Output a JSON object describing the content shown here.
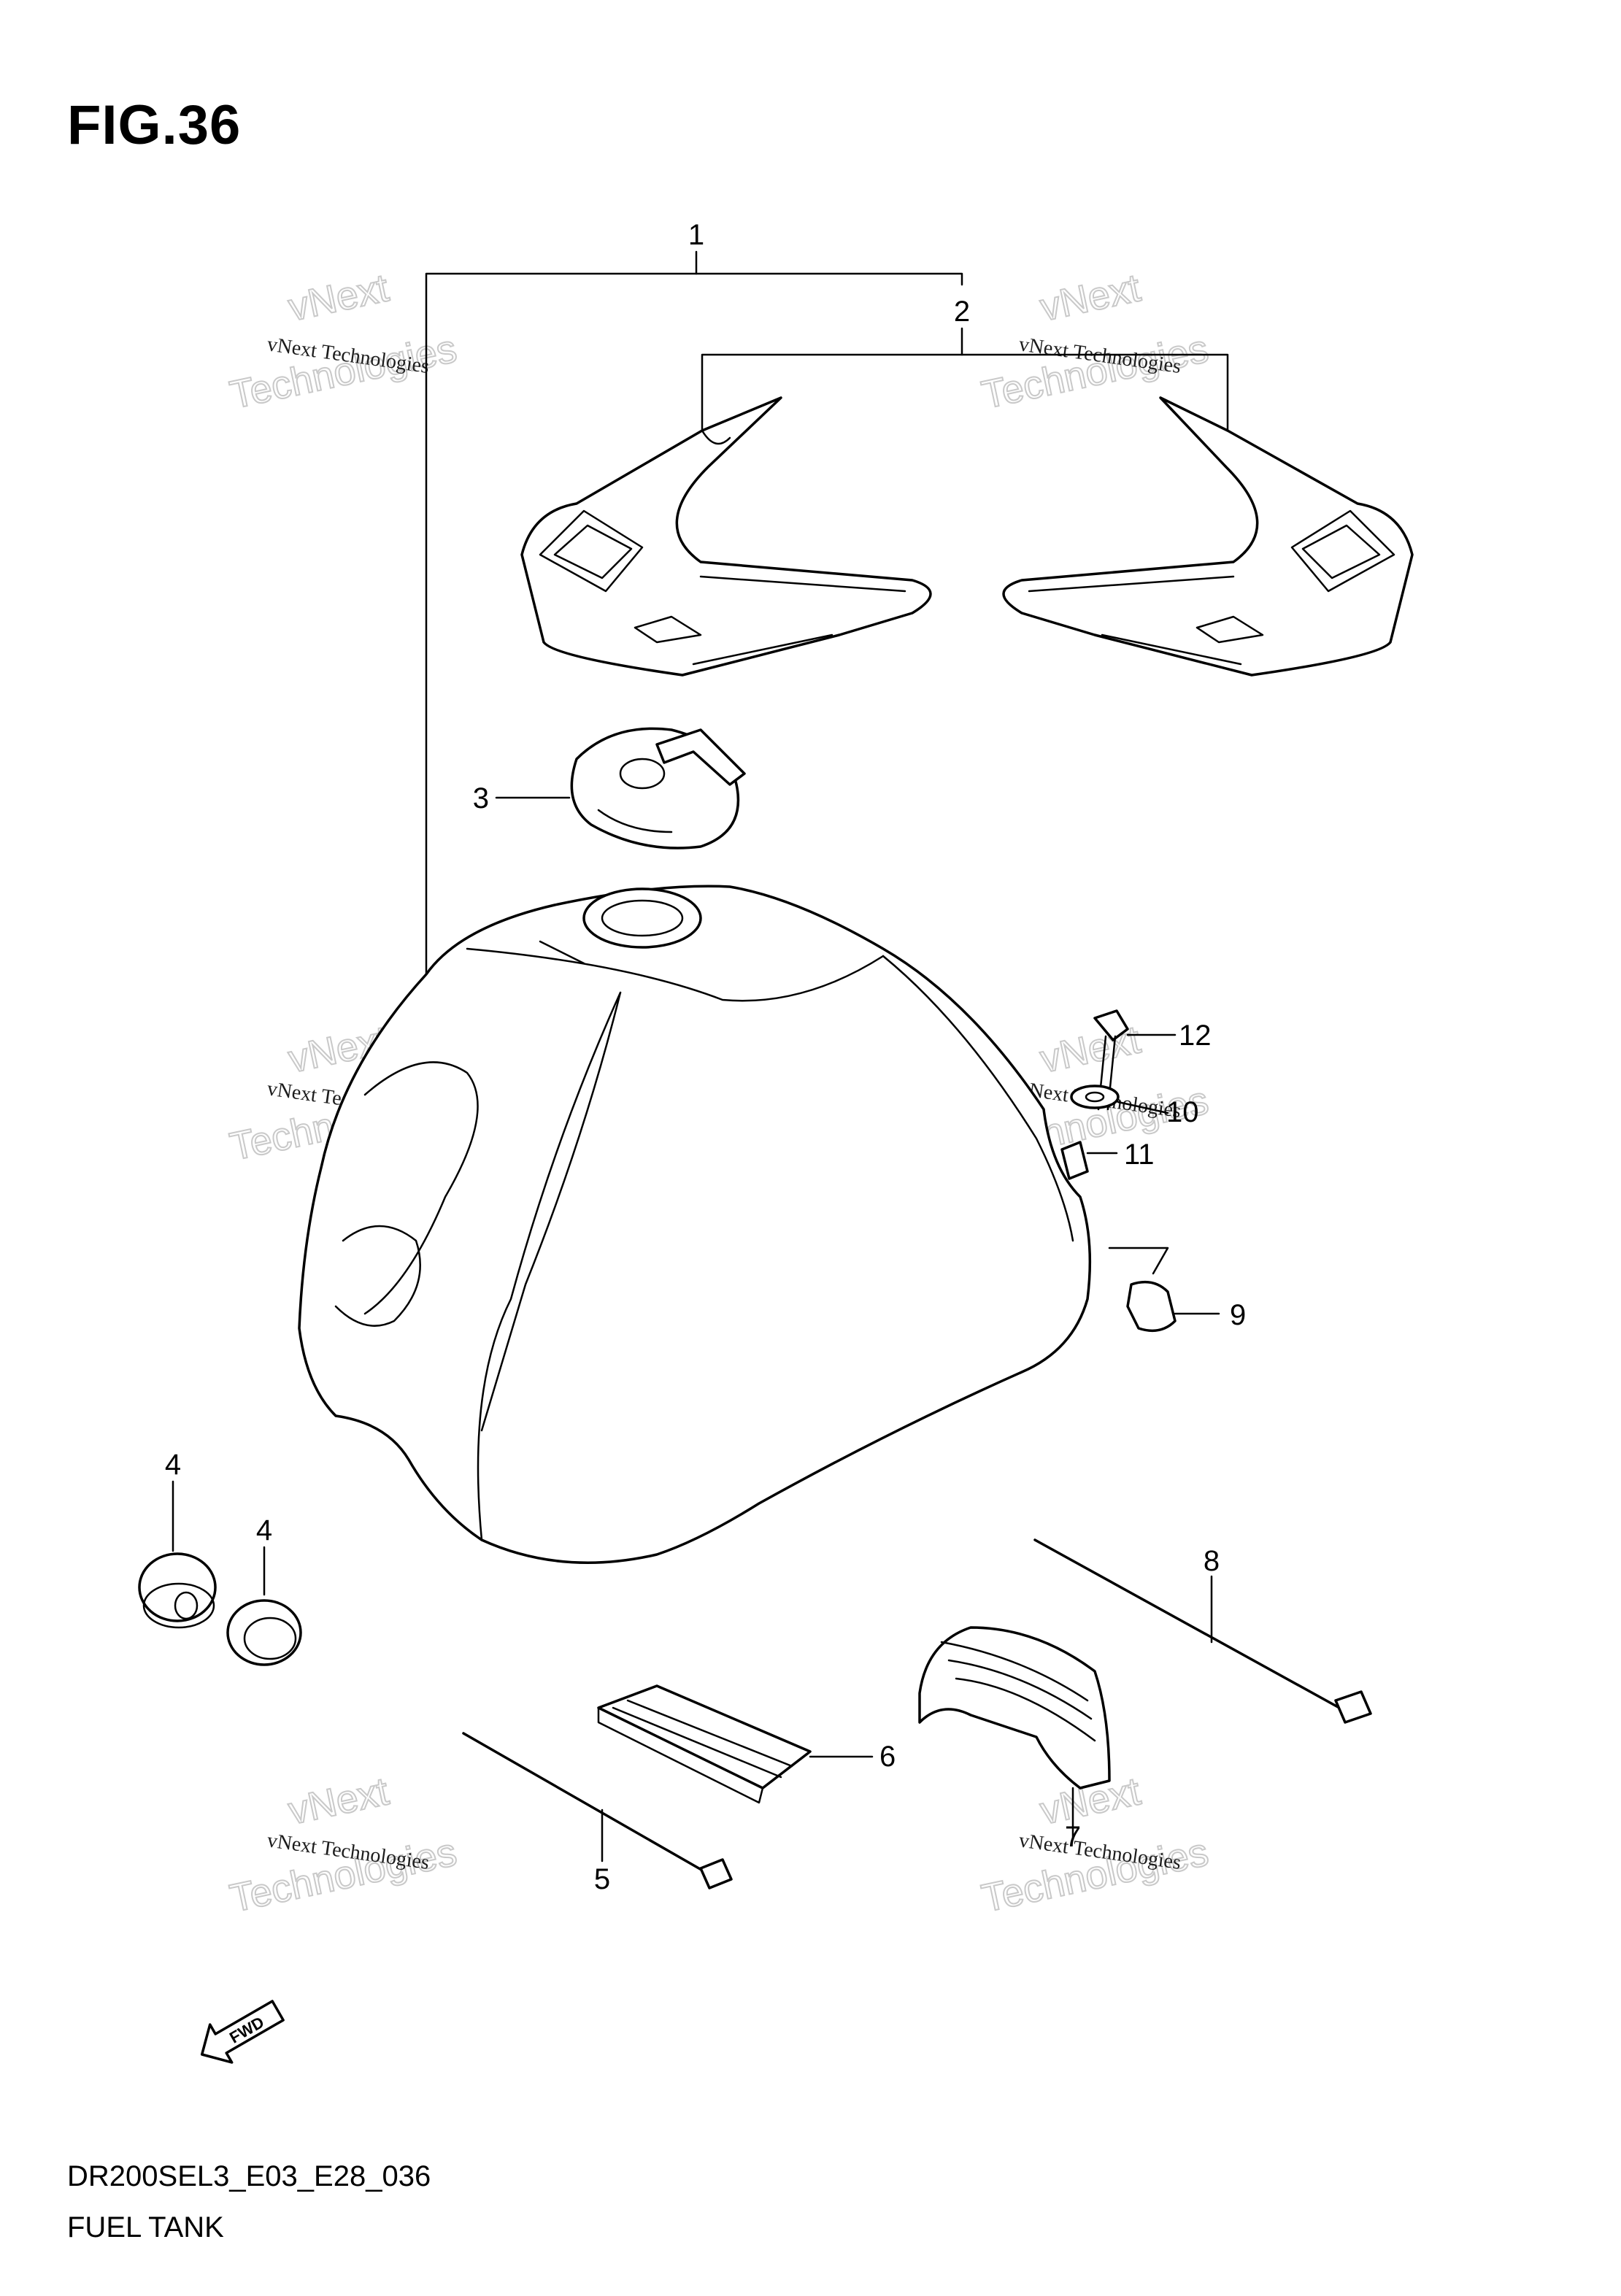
{
  "figure": {
    "title": "FIG.36",
    "model_code": "DR200SEL3_E03_E28_036",
    "group_name": "FUEL TANK"
  },
  "callouts": [
    "1",
    "2",
    "3",
    "4",
    "4",
    "5",
    "6",
    "7",
    "8",
    "9",
    "10",
    "11",
    "12"
  ],
  "direction_marker": {
    "text": "FWD",
    "icon": "forward-arrow-icon"
  },
  "watermark": {
    "line1": "vNext Technologies",
    "big_line1": "vNext",
    "big_line2": "Technologies"
  }
}
